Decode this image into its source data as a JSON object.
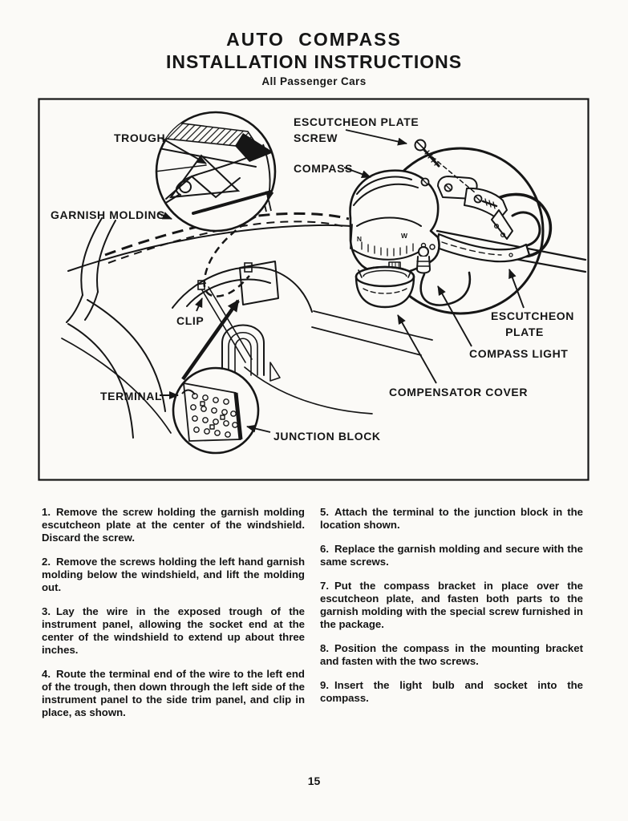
{
  "header": {
    "title_line1": "AUTO COMPASS",
    "title_line2": "INSTALLATION INSTRUCTIONS",
    "subtitle": "All Passenger Cars"
  },
  "diagram": {
    "labels": {
      "trough": "TROUGH",
      "escutcheon_plate_screw_1": "ESCUTCHEON PLATE",
      "escutcheon_plate_screw_2": "SCREW",
      "compass": "COMPASS",
      "garnish_molding": "GARNISH MOLDING",
      "clip": "CLIP",
      "escutcheon_plate_1": "ESCUTCHEON",
      "escutcheon_plate_2": "PLATE",
      "compass_light": "COMPASS LIGHT",
      "compensator_cover": "COMPENSATOR COVER",
      "terminal": "TERMINAL",
      "junction_block": "JUNCTION BLOCK"
    },
    "dial": {
      "n": "N",
      "w": "W"
    }
  },
  "instructions": {
    "left": [
      {
        "num": "1.",
        "text": "Remove the screw holding the garnish molding escutcheon plate at the center of the windshield. Discard the screw."
      },
      {
        "num": "2.",
        "text": "Remove the screws holding the left hand garnish molding below the windshield, and lift the molding out."
      },
      {
        "num": "3.",
        "text": "Lay the wire in the exposed trough of the instrument panel, allowing the socket end at the center of the windshield to extend up about three inches."
      },
      {
        "num": "4.",
        "text": "Route the terminal end of the wire to the left end of the trough, then down through the left side of the instrument panel to the side trim panel, and clip in place, as shown."
      }
    ],
    "right": [
      {
        "num": "5.",
        "text": "Attach the terminal to the junction block in the location shown."
      },
      {
        "num": "6.",
        "text": "Replace the garnish molding and secure with the same screws."
      },
      {
        "num": "7.",
        "text": "Put the compass bracket in place over the escutcheon plate, and fasten both parts to the garnish molding with the special screw furnished in the package."
      },
      {
        "num": "8.",
        "text": "Position the compass in the mounting bracket and fasten with the two screws."
      },
      {
        "num": "9.",
        "text": "Insert the light bulb and socket into the compass."
      }
    ]
  },
  "footer": {
    "page_number": "15"
  },
  "colors": {
    "ink": "#161616",
    "paper": "#fbfaf7"
  }
}
